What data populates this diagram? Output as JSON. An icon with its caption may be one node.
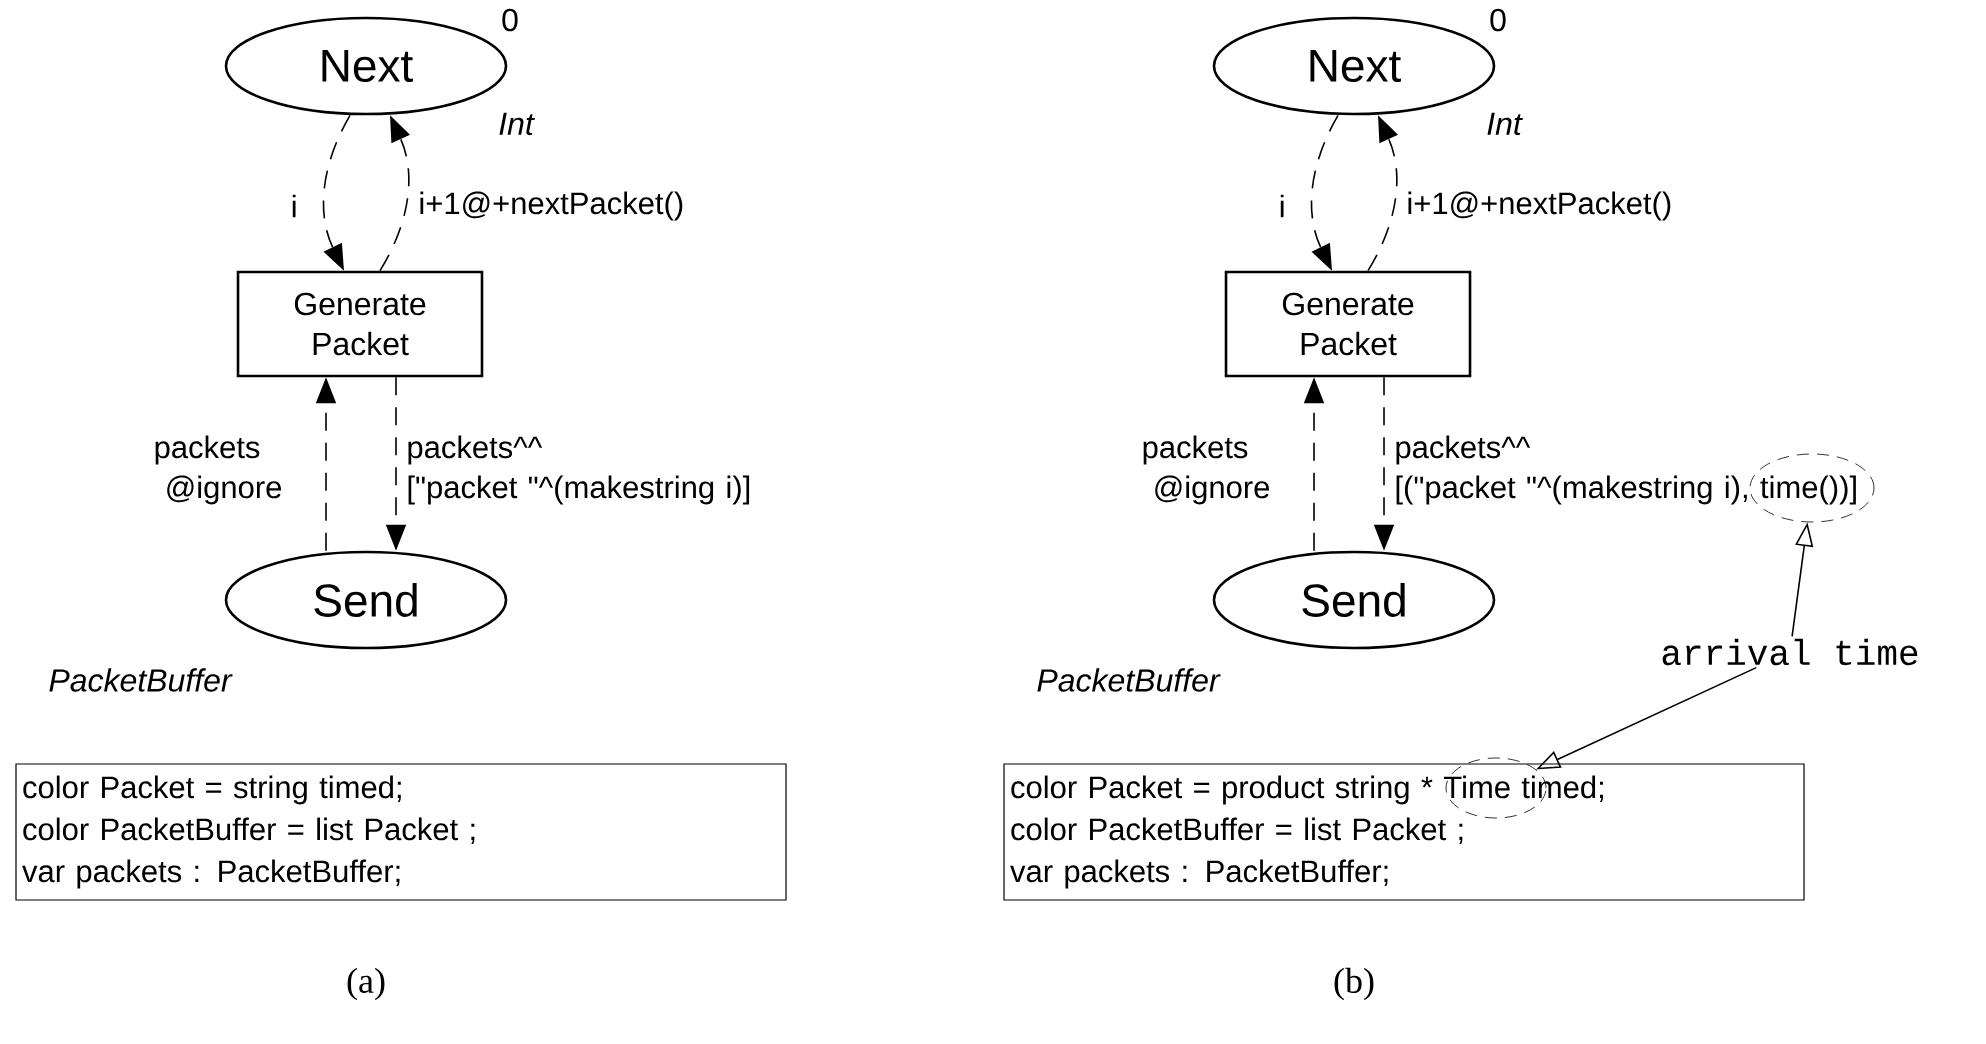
{
  "diagram": {
    "nodes": [
      {
        "text": [
          "Next"
        ],
        "beside": [
          "0",
          "Int"
        ]
      },
      {
        "text": [
          "Generate Packet"
        ]
      },
      {
        "text": [
          "Send"
        ],
        "beside": [
          "PacketBuffer"
        ]
      },
      {
        "text": [
          "color Packet = string timed;",
          "color PacketBuffer = list Packet ;",
          "var packets : PacketBuffer;"
        ]
      },
      {
        "text": [
          "Next"
        ],
        "beside": [
          "0",
          "Int"
        ]
      },
      {
        "text": [
          "Generate Packet"
        ]
      },
      {
        "text": [
          "Send"
        ],
        "beside": [
          "PacketBuffer"
        ]
      },
      {
        "text": [
          "color Packet = product string * Time timed;",
          "color PacketBuffer = list Packet ;",
          "var packets : PacketBuffer;"
        ]
      },
      {
        "text": [
          "arrival time"
        ]
      },
      {
        "text": [],
        "shape": "ellipse"
      },
      {
        "text": [],
        "shape": "ellipse"
      }
    ],
    "edges": [
      {
        "from": 0,
        "to": 1,
        "arrow": "to",
        "style": "dashed",
        "label": "i"
      },
      {
        "from": 1,
        "to": 0,
        "arrow": "to",
        "style": "dashed",
        "label": "i+1@+nextPacket()"
      },
      {
        "from": 2,
        "to": 1,
        "arrow": "to",
        "style": "dashed",
        "label": "packets @ignore"
      },
      {
        "from": 1,
        "to": 2,
        "arrow": "to",
        "style": "dashed",
        "label": "packets^^ [\"packet \"^(makestring i)]"
      },
      {
        "from": 4,
        "to": 5,
        "arrow": "to",
        "style": "dashed",
        "label": "i"
      },
      {
        "from": 5,
        "to": 4,
        "arrow": "to",
        "style": "dashed",
        "label": "i+1@+nextPacket()"
      },
      {
        "from": 6,
        "to": 5,
        "arrow": "to",
        "style": "dashed",
        "label": "packets @ignore"
      },
      {
        "from": 5,
        "to": 6,
        "arrow": "to",
        "style": "dashed",
        "label": "packets^^ [(\"packet \"^(makestring i), time())]"
      },
      {
        "from": 8,
        "to": 9,
        "arrow": "to"
      },
      {
        "from": 8,
        "to": 10,
        "arrow": "to"
      }
    ],
    "labels": [
      "(a)",
      "(b)"
    ]
  }
}
